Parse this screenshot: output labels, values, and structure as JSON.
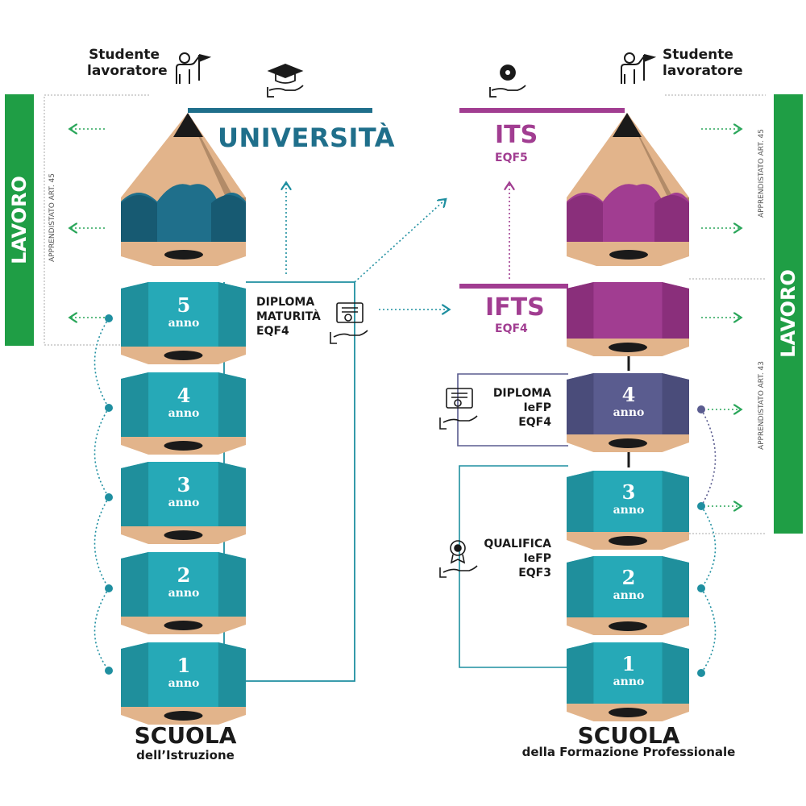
{
  "colors": {
    "teal": "#26a9b7",
    "teal_light": "#3bbcc8",
    "teal_dark": "#1f8f9c",
    "uni_blue": "#1f6f8b",
    "uni_blue_dark": "#175a72",
    "purple": "#a13d91",
    "purple_light": "#b564a8",
    "slate_purple": "#5a5c8f",
    "wood": "#e2b48b",
    "wood_dark": "#8a6a4c",
    "green": "#1f9e45",
    "dotted_green": "#2aa65a",
    "line_teal": "#1f8fa0",
    "line_gray": "#aaaaaa",
    "text_dark": "#1a1a1a"
  },
  "left": {
    "worker_label_line1": "Studente",
    "worker_label_line2": "lavoratore",
    "cap_label": "UNIVERSITÀ",
    "diploma": [
      "DIPLOMA",
      "MATURITÀ",
      "EQF4"
    ],
    "years": [
      {
        "num": "5",
        "word": "anno"
      },
      {
        "num": "4",
        "word": "anno"
      },
      {
        "num": "3",
        "word": "anno"
      },
      {
        "num": "2",
        "word": "anno"
      },
      {
        "num": "1",
        "word": "anno"
      }
    ],
    "school_title": "SCUOLA",
    "school_subtitle": "dell’Istruzione",
    "lavoro_label": "LAVORO",
    "apprendistato": "APPRENDISTATO ART. 45",
    "icons": [
      "graduation-cap-icon",
      "diploma-certificate-icon",
      "student-worker-icon"
    ]
  },
  "right": {
    "worker_label_line1": "Studente",
    "worker_label_line2": "lavoratore",
    "its_label": "ITS",
    "its_eqf": "EQF5",
    "ifts_label": "IFTS",
    "ifts_eqf": "EQF4",
    "diploma": [
      "DIPLOMA",
      "IeFP",
      "EQF4"
    ],
    "qualifica": [
      "QUALIFICA",
      "IeFP",
      "EQF3"
    ],
    "years": [
      {
        "num": "4",
        "word": "anno"
      },
      {
        "num": "3",
        "word": "anno"
      },
      {
        "num": "2",
        "word": "anno"
      },
      {
        "num": "1",
        "word": "anno"
      }
    ],
    "school_title": "SCUOLA",
    "school_subtitle": "della Formazione Professionale",
    "lavoro_label": "LAVORO",
    "apprendistato_45": "APPRENDISTATO ART. 45",
    "apprendistato_43": "APPRENDISTATO ART. 43",
    "icons": [
      "gear-hand-icon",
      "diploma-certificate-icon",
      "medal-hand-icon",
      "student-worker-icon"
    ]
  }
}
